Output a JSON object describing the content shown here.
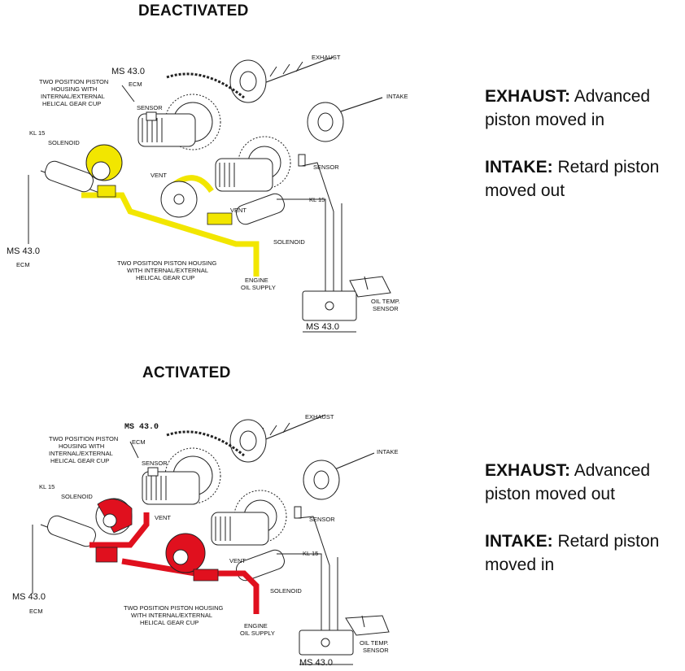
{
  "panels": [
    {
      "heading": "DEACTIVATED",
      "exhaust_key": "EXHAUST:",
      "exhaust_text": "Advanced piston moved in",
      "intake_key": "INTAKE:",
      "intake_text": "Retard piston moved out",
      "labels": {
        "ecm_top": "MS 43.0",
        "ecm_top_sub": "ECM",
        "piston_top_l1": "TWO POSITION PISTON",
        "piston_top_l2": "HOUSING WITH",
        "piston_top_l3": "INTERNAL/EXTERNAL",
        "piston_top_l4": "HELICAL GEAR CUP",
        "sensor_left": "SENSOR",
        "kl15_left": "KL 15",
        "solenoid_left": "SOLENOID",
        "vent_left": "VENT",
        "ecm_left": "MS 43.0",
        "ecm_left_sub": "ECM",
        "piston_bottom_l1": "TWO POSITION PISTON HOUSING",
        "piston_bottom_l2": "WITH INTERNAL/EXTERNAL",
        "piston_bottom_l3": "HELICAL GEAR CUP",
        "exhaust": "EXHAUST",
        "intake": "INTAKE",
        "sensor_right": "SENSOR",
        "kl15_right": "KL 15",
        "vent_right": "VENT",
        "solenoid_right": "SOLENOID",
        "oil_l1": "ENGINE",
        "oil_l2": "OIL SUPPLY",
        "oiltemp_l1": "OIL TEMP.",
        "oiltemp_l2": "SENSOR",
        "ecm_box": "MS 43.0"
      }
    },
    {
      "heading": "ACTIVATED",
      "exhaust_key": "EXHAUST:",
      "exhaust_text": "Advanced piston moved out",
      "intake_key": "INTAKE:",
      "intake_text": "Retard piston moved in",
      "labels": {
        "ecm_top": "MS 43.0",
        "ecm_top_sub": "ECM",
        "piston_top_l1": "TWO POSITION PISTON",
        "piston_top_l2": "HOUSING WITH",
        "piston_top_l3": "INTERNAL/EXTERNAL",
        "piston_top_l4": "HELICAL GEAR CUP",
        "sensor_left": "SENSOR",
        "kl15_left": "KL 15",
        "solenoid_left": "SOLENOID",
        "vent_left": "VENT",
        "ecm_left": "MS 43.0",
        "ecm_left_sub": "ECM",
        "piston_bottom_l1": "TWO POSITION PISTON HOUSING",
        "piston_bottom_l2": "WITH INTERNAL/EXTERNAL",
        "piston_bottom_l3": "HELICAL GEAR CUP",
        "exhaust": "EXHAUST",
        "intake": "INTAKE",
        "sensor_right": "SENSOR",
        "kl15_right": "KL 15",
        "vent_right": "VENT",
        "solenoid_right": "SOLENOID",
        "oil_l1": "ENGINE",
        "oil_l2": "OIL SUPPLY",
        "oiltemp_l1": "OIL TEMP.",
        "oiltemp_l2": "SENSOR",
        "ecm_box": "MS 43.0"
      }
    }
  ],
  "colors": {
    "deactivated_oil": "#f2e600",
    "activated_oil": "#e0101e",
    "line": "#222222"
  }
}
